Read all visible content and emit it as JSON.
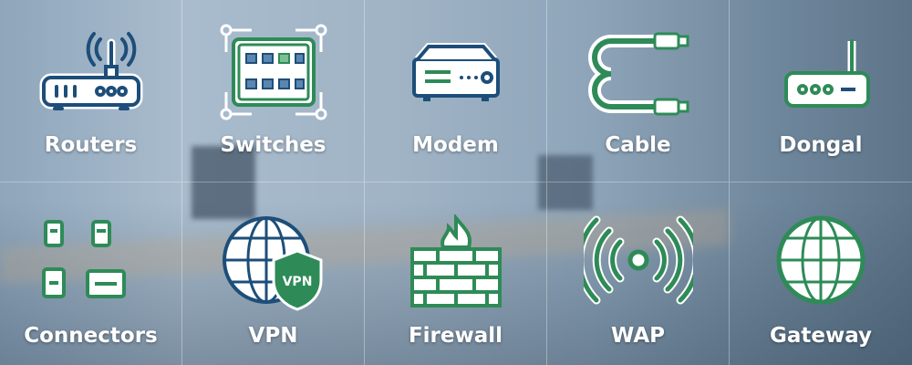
{
  "items": [
    {
      "label": "Routers",
      "icon": "router-icon"
    },
    {
      "label": "Switches",
      "icon": "switch-icon"
    },
    {
      "label": "Modem",
      "icon": "modem-icon"
    },
    {
      "label": "Cable",
      "icon": "cable-icon"
    },
    {
      "label": "Dongal",
      "icon": "dongle-icon"
    },
    {
      "label": "Connectors",
      "icon": "connectors-icon"
    },
    {
      "label": "VPN",
      "icon": "vpn-globe-shield-icon",
      "badge": "VPN"
    },
    {
      "label": "Firewall",
      "icon": "firewall-icon"
    },
    {
      "label": "WAP",
      "icon": "wireless-access-point-icon"
    },
    {
      "label": "Gateway",
      "icon": "globe-icon"
    }
  ],
  "colors": {
    "navy": "#1d4e7a",
    "green": "#2e8b57",
    "text": "#ffffff"
  }
}
